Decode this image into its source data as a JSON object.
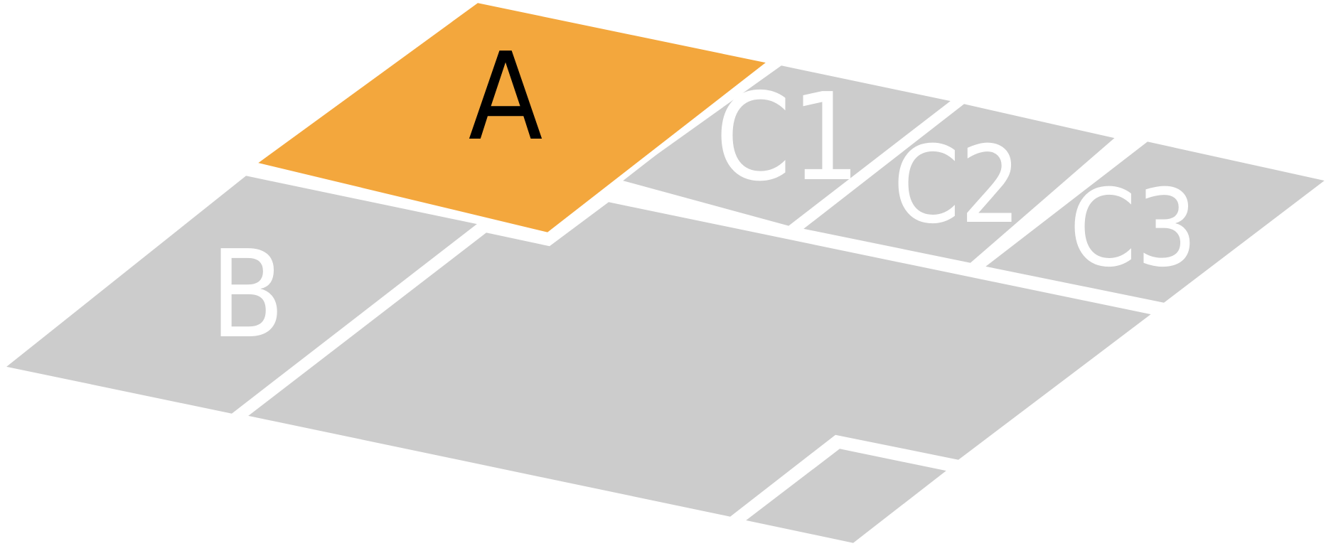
{
  "colors": {
    "background": "#ffffff",
    "plot_fill": "#cccccc",
    "highlight_fill": "#f3a73d",
    "divider": "#ffffff",
    "label_on_highlight": "#000000",
    "label_on_plot": "#ffffff"
  },
  "plots": {
    "a": {
      "label": "A",
      "highlighted": true
    },
    "b": {
      "label": "B",
      "highlighted": false
    },
    "c1": {
      "label": "C1",
      "highlighted": false
    },
    "c2": {
      "label": "C2",
      "highlighted": false
    },
    "c3": {
      "label": "C3",
      "highlighted": false
    },
    "main": {
      "label": "",
      "highlighted": false
    },
    "corner": {
      "label": "",
      "highlighted": false
    }
  }
}
